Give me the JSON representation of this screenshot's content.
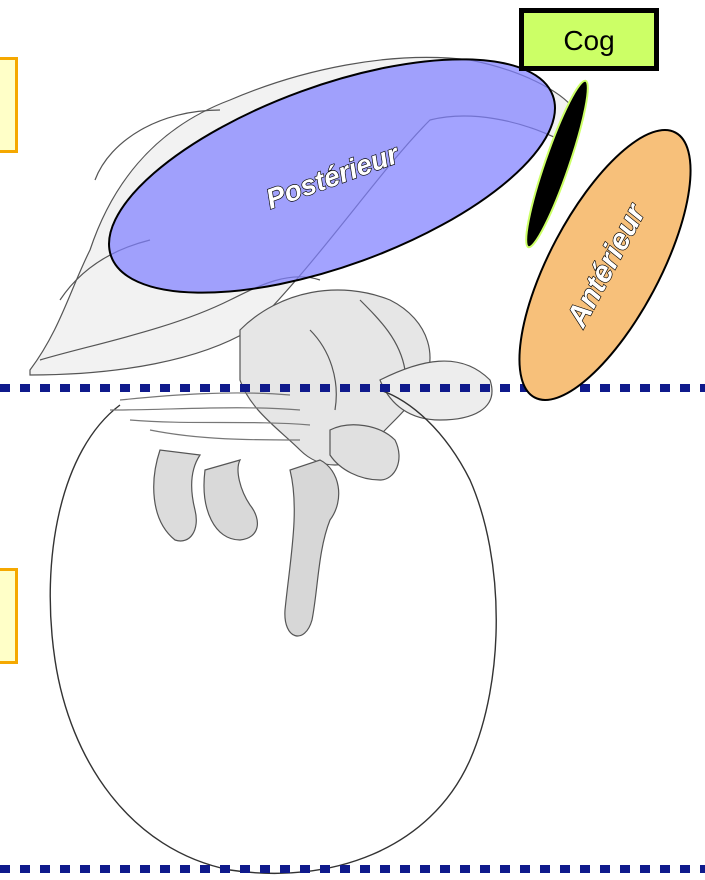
{
  "labels": {
    "cog": "Cog",
    "posterior": "Postérieur",
    "anterior": "Antérieur"
  },
  "colors": {
    "posterior_fill": "#7f7fff",
    "anterior_fill": "#f7c07a",
    "cog_box_fill": "#ccff66",
    "side_box_fill": "#ffffc8",
    "side_box_border": "#f5a800",
    "dashed_line": "#0f1a8c"
  }
}
